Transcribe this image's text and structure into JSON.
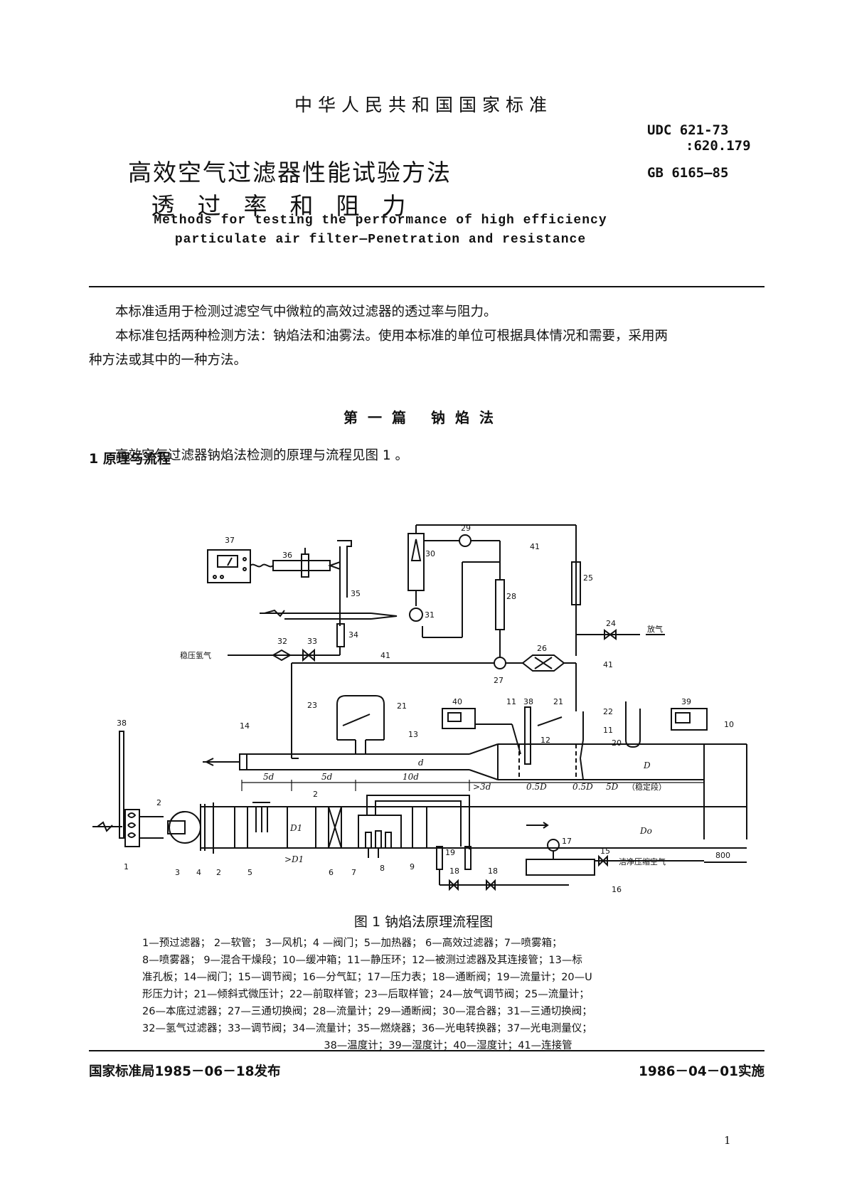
{
  "header": {
    "top": "中华人民共和国国家标准",
    "udc_line1": "UDC 621-73",
    "udc_line2": ":620.179",
    "gb": "GB 6165—85"
  },
  "title": {
    "line1": "高效空气过滤器性能试验方法",
    "line2": "透过率和阻力",
    "en_line1": "Methods for testing the performance of high efficiency",
    "en_line2": "particulate air filter—Penetration and resistance"
  },
  "body": {
    "p1": "本标准适用于检测过滤空气中微粒的高效过滤器的透过率与阻力。",
    "p2a": "本标准包括两种检测方法：钠焰法和油雾法。使用本标准的单位可根据具体情况和需要，采用两",
    "p2b": "种方法或其中的一种方法。",
    "section": "第一篇 钠焰法",
    "heading": "1  原理与流程",
    "p3": "高效空气过滤器钠焰法检测的原理与流程见图 1 。"
  },
  "figure": {
    "caption": "图 1  钠焰法原理流程图",
    "labels": {
      "hydrogen": "稳压氢气",
      "vent": "放气",
      "clean_air": "洁净压缩空气",
      "stable": "（稳定段）",
      "dim_800": "800",
      "dim_5d": "5d",
      "dim_10d": "10d",
      "dim_3d": ">3d",
      "dim_05D": "0.5D",
      "dim_5D": "5D",
      "d": "d",
      "D": "D",
      "D1": "D1",
      "Do": "Do",
      "VD1": ">D1"
    },
    "legend_lines": [
      "1—预过滤器； 2—软管； 3—风机；4 —阀门；5—加热器； 6—高效过滤器；7—喷雾箱；",
      "8—喷雾器； 9—混合干燥段；10—缓冲箱；11—静压环；12—被测过滤器及其连接管；13—标",
      "准孔板；14—阀门；15—调节阀；16—分气缸；17—压力表；18—通断阀；19—流量计；20—U",
      "形压力计；21—倾斜式微压计；22—前取样管；23—后取样管；24—放气调节阀；25—流量计；",
      "26—本底过滤器；27—三通切换阀；28—流量计；29—通断阀；30—混合器；31—三通切换阀；",
      "32—氢气过滤器；33—调节阀；34—流量计；35—燃烧器；36—光电转换器；37—光电测量仪；",
      "38—温度计；39—湿度计；40—湿度计；41—连接管"
    ]
  },
  "footer": {
    "issued": "国家标准局1985－06－18发布",
    "effective": "1986－04－01实施",
    "page": "1"
  }
}
